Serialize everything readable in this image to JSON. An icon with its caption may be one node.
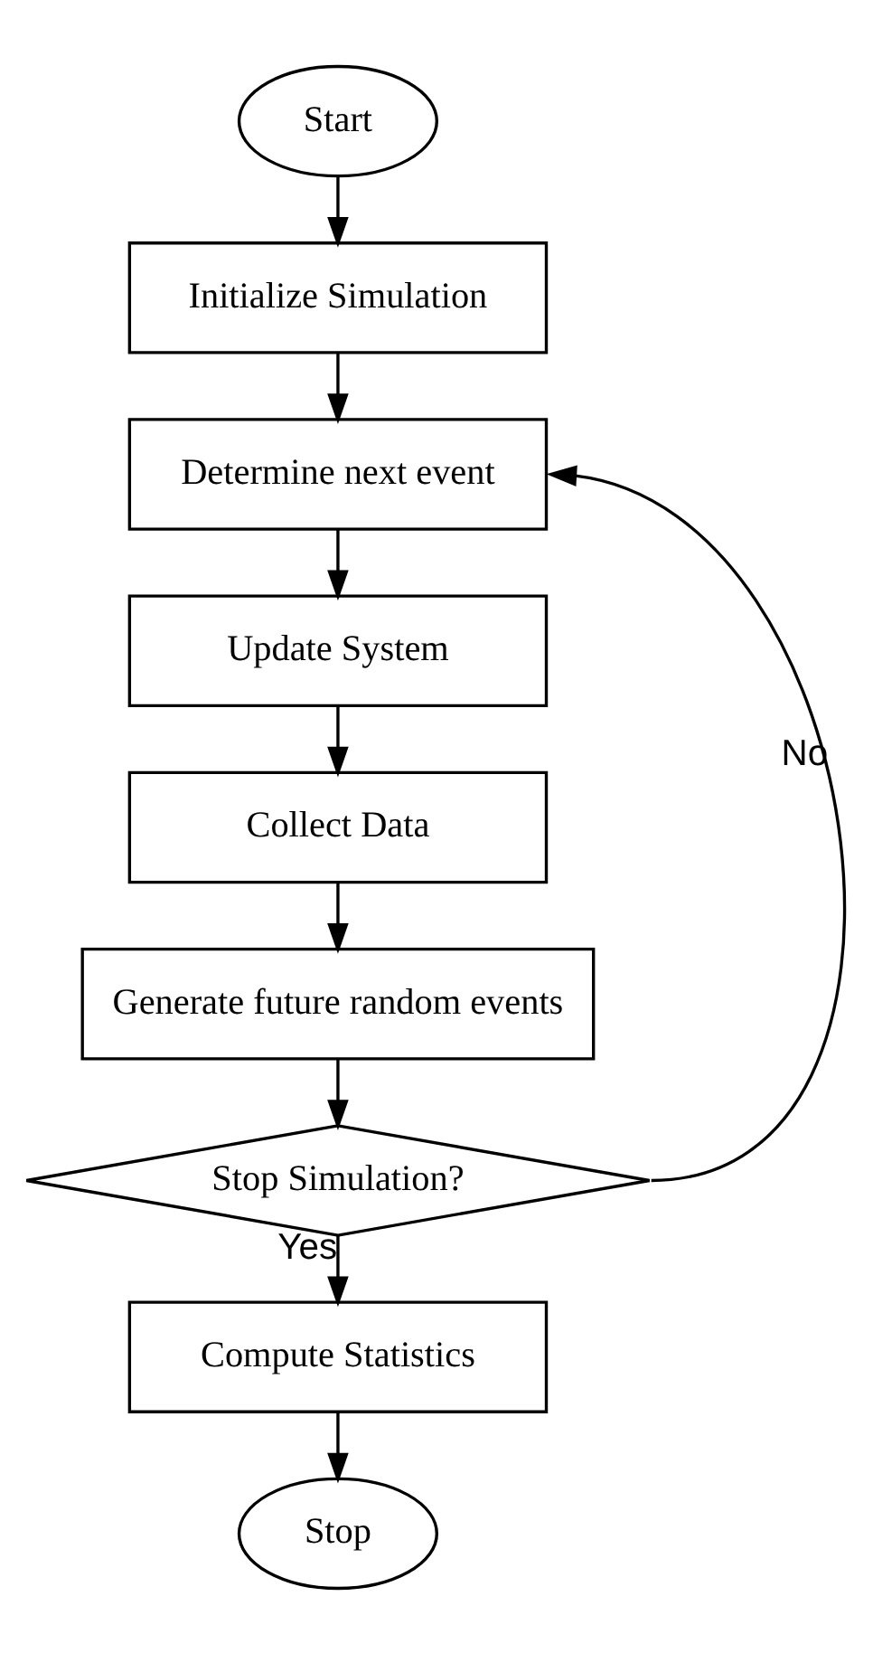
{
  "diagram": {
    "nodes": [
      {
        "text": [
          "Start"
        ]
      },
      {
        "text": [
          "Initialize Simulation"
        ]
      },
      {
        "text": [
          "Determine next event"
        ]
      },
      {
        "text": [
          "Update System"
        ]
      },
      {
        "text": [
          "Collect Data"
        ]
      },
      {
        "text": [
          "Generate future random events"
        ]
      },
      {
        "text": [
          "Stop Simulation?"
        ]
      },
      {
        "text": [
          "Compute Statistics"
        ]
      },
      {
        "text": [
          "Stop"
        ]
      }
    ],
    "edges": [
      {
        "from": 0,
        "to": 1,
        "arrow": "to"
      },
      {
        "from": 1,
        "to": 2,
        "arrow": "to"
      },
      {
        "from": 2,
        "to": 3,
        "arrow": "to"
      },
      {
        "from": 3,
        "to": 4,
        "arrow": "to"
      },
      {
        "from": 4,
        "to": 5,
        "arrow": "to"
      },
      {
        "from": 5,
        "to": 6,
        "arrow": "to"
      },
      {
        "from": 6,
        "to": 7,
        "arrow": "to",
        "label": "Yes"
      },
      {
        "from": 6,
        "to": 2,
        "arrow": "to",
        "label": "No"
      },
      {
        "from": 7,
        "to": 8,
        "arrow": "to"
      }
    ]
  }
}
